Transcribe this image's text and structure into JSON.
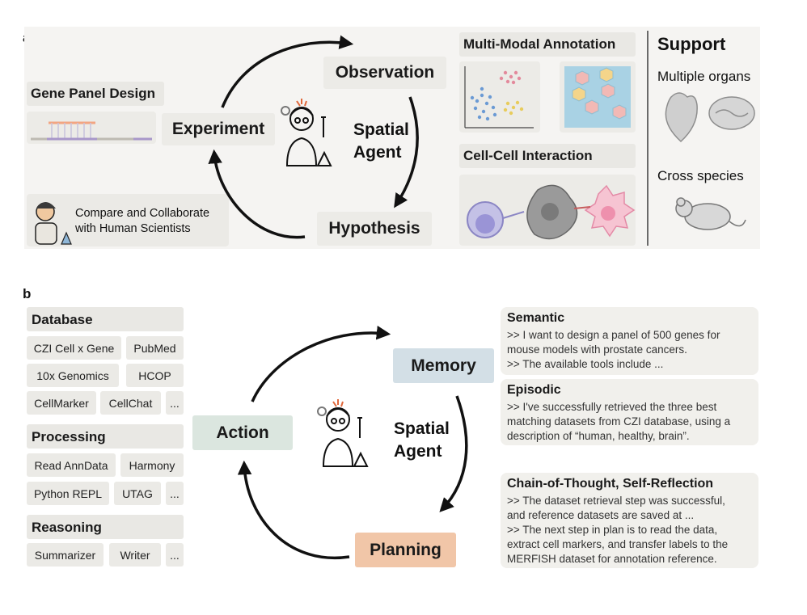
{
  "panel_a": {
    "letter": "a",
    "stages": {
      "observation": "Observation",
      "experiment": "Experiment",
      "hypothesis": "Hypothesis"
    },
    "agent_line1": "Spatial",
    "agent_line2": "Agent",
    "gene_panel_title": "Gene Panel Design",
    "collab_line1": "Compare and Collaborate",
    "collab_line2": "with Human Scientists",
    "multimodal_title": "Multi-Modal Annotation",
    "cellcell_title": "Cell-Cell Interaction",
    "support_title": "Support",
    "support_organs": "Multiple organs",
    "support_species": "Cross species"
  },
  "panel_b": {
    "letter": "b",
    "database": {
      "title": "Database",
      "tags": [
        "CZI Cell x Gene",
        "PubMed",
        "10x Genomics",
        "HCOP",
        "CellMarker",
        "CellChat",
        "..."
      ]
    },
    "processing": {
      "title": "Processing",
      "tags": [
        "Read AnnData",
        "Harmony",
        "Python REPL",
        "UTAG",
        "..."
      ]
    },
    "reasoning": {
      "title": "Reasoning",
      "tags": [
        "Summarizer",
        "Writer",
        "..."
      ]
    },
    "stages": {
      "memory": "Memory",
      "action": "Action",
      "planning": "Planning"
    },
    "agent_line1": "Spatial",
    "agent_line2": "Agent",
    "semantic": {
      "title": "Semantic",
      "lines": [
        ">> I want to design a panel of 500 genes for",
        "mouse models with prostate cancers.",
        ">> The available tools include ..."
      ]
    },
    "episodic": {
      "title": "Episodic",
      "lines": [
        ">> I've successfully retrieved the three best",
        "matching datasets from CZI database, using a",
        "description of “human, healthy, brain”."
      ]
    },
    "cot": {
      "title": "Chain-of-Thought, Self-Reflection",
      "lines": [
        ">> The dataset retrieval step was successful,",
        "and reference datasets are saved at ...",
        ">> The next step in plan is to read the data,",
        "extract cell markers, and transfer labels to the",
        "MERFISH dataset for annotation reference."
      ]
    }
  },
  "colors": {
    "memory": "#d3dfe6",
    "action": "#dbe6df",
    "planning": "#f1c6a8",
    "panel_bg": "#f5f4f2"
  }
}
